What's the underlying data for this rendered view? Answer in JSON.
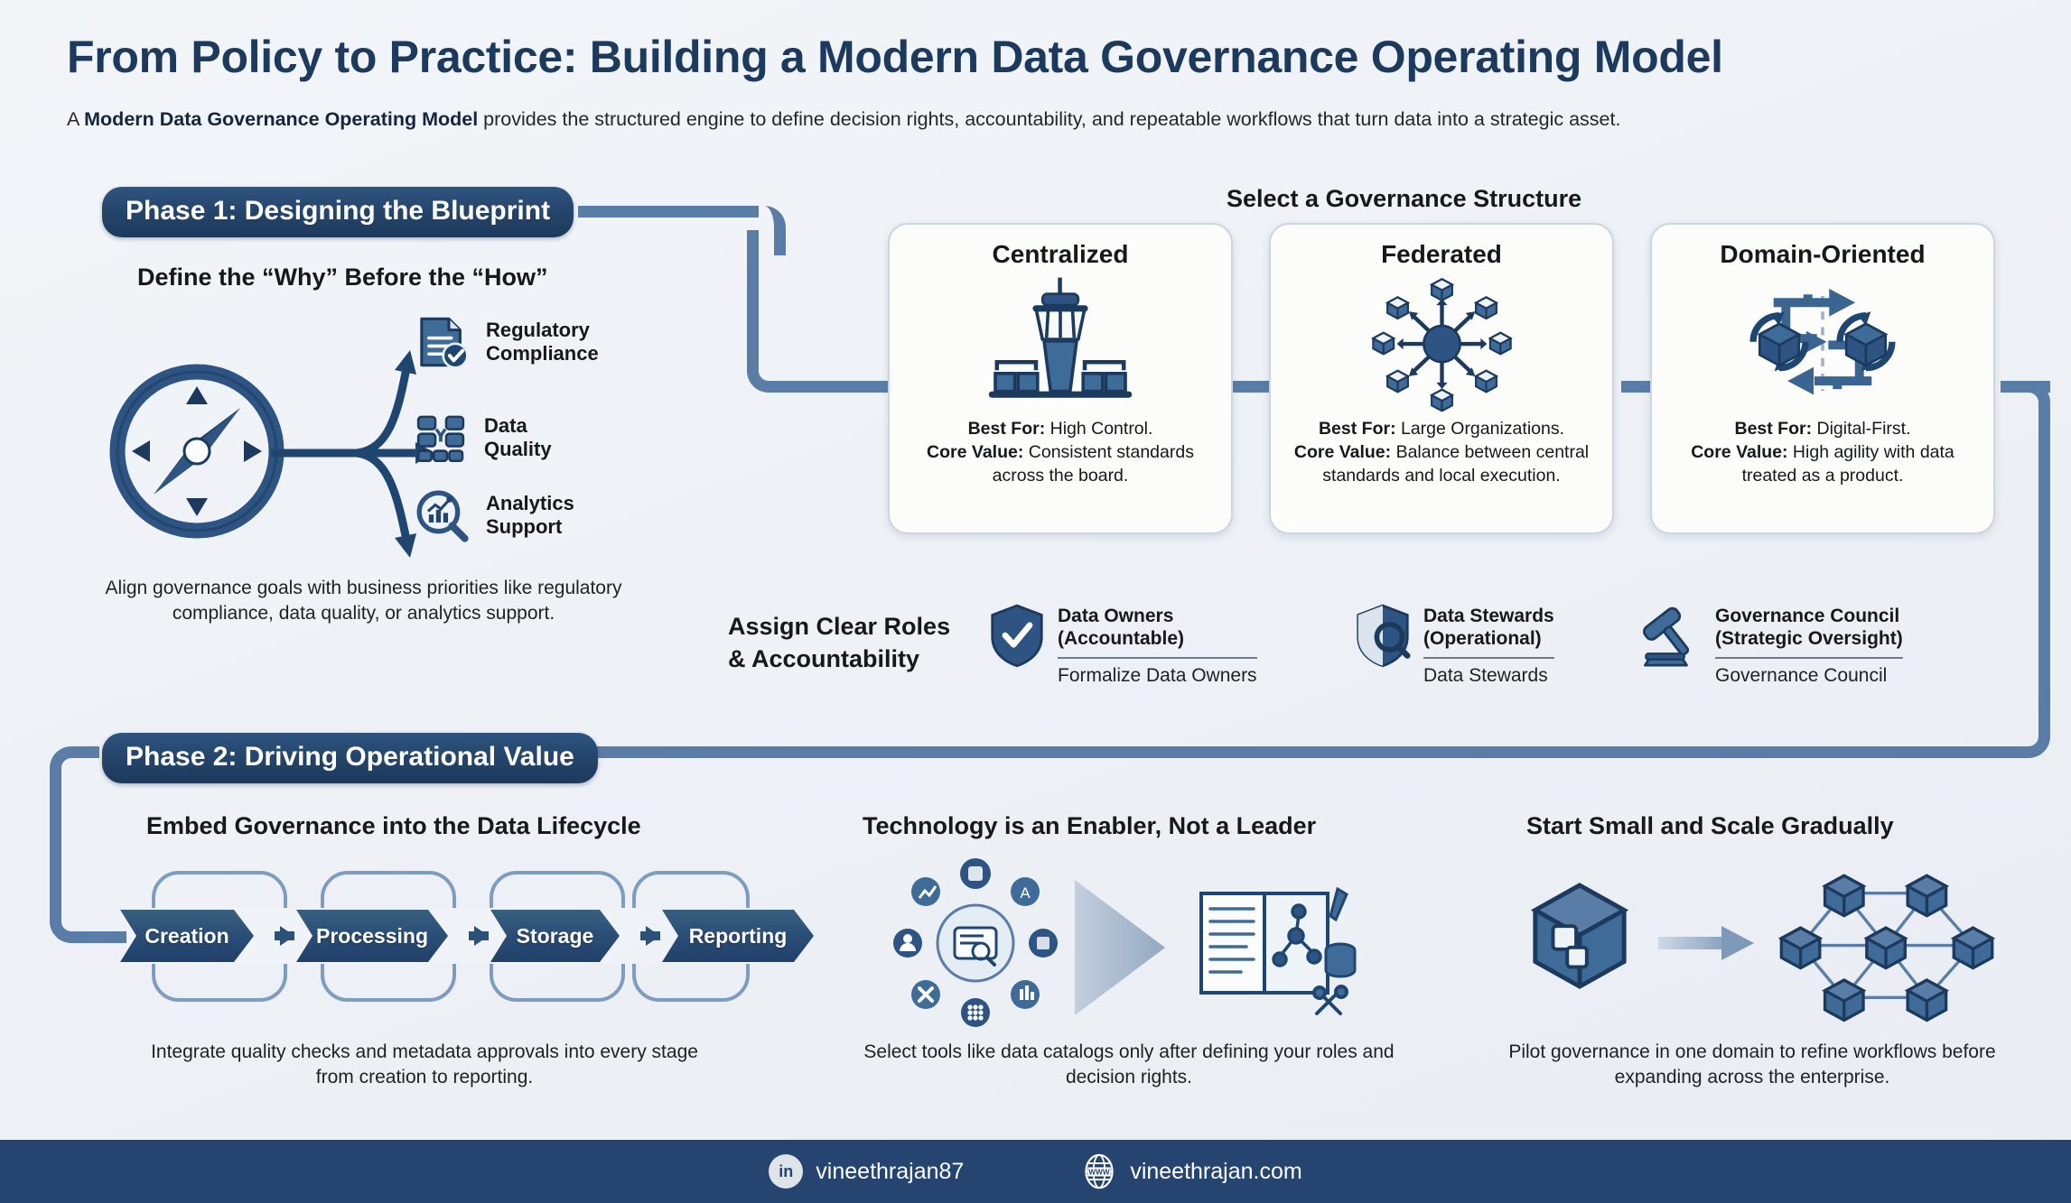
{
  "header": {
    "title": "From Policy to Practice: Building a Modern Data Governance Operating Model",
    "subtitle_lead": "A ",
    "subtitle_bold": "Modern Data Governance Operating Model",
    "subtitle_rest": " provides the structured engine to define decision rights, accountability, and repeatable workflows that turn data into a strategic asset."
  },
  "phase1": {
    "pill": "Phase 1: Designing the Blueprint",
    "left_heading": "Define the “Why” Before the “How”",
    "items": [
      {
        "icon": "document-check-icon",
        "label_line1": "Regulatory",
        "label_line2": "Compliance"
      },
      {
        "icon": "data-quality-grid-icon",
        "label_line1": "Data",
        "label_line2": "Quality"
      },
      {
        "icon": "analytics-magnifier-icon",
        "label_line1": "Analytics",
        "label_line2": "Support"
      }
    ],
    "caption": "Align governance goals with business priorities like regulatory compliance, data quality, or analytics support.",
    "structure_heading": "Select a Governance Structure",
    "cards": [
      {
        "title": "Centralized",
        "icon": "control-tower-icon",
        "best_for_label": "Best For:",
        "best_for_value": " High Control.",
        "core_value_label": "Core Value:",
        "core_value_text": " Consistent standards across the board."
      },
      {
        "title": "Federated",
        "icon": "hub-and-spoke-cubes-icon",
        "best_for_label": "Best For:",
        "best_for_value": " Large Organizations.",
        "core_value_label": "Core Value:",
        "core_value_text": " Balance between central standards and local execution."
      },
      {
        "title": "Domain-Oriented",
        "icon": "two-domain-cycles-icon",
        "best_for_label": "Best For:",
        "best_for_value": " Digital-First.",
        "core_value_label": "Core Value:",
        "core_value_text": " High agility with data treated as a product."
      }
    ],
    "roles_heading_line1": "Assign Clear Roles",
    "roles_heading_line2": "& Accountability",
    "roles": [
      {
        "icon": "shield-check-icon",
        "title_line1": "Data Owners",
        "title_line2": "(Accountable)",
        "subtitle": "Formalize Data Owners"
      },
      {
        "icon": "shield-magnifier-icon",
        "title_line1": "Data Stewards",
        "title_line2": "(Operational)",
        "subtitle": "Data Stewards"
      },
      {
        "icon": "gavel-icon",
        "title_line1": "Governance Council",
        "title_line2": "(Strategic Oversight)",
        "subtitle": "Governance Council"
      }
    ]
  },
  "phase2": {
    "pill": "Phase 2: Driving Operational Value",
    "columns": [
      {
        "heading": "Embed Governance into the Data Lifecycle",
        "stages": [
          "Creation",
          "Processing",
          "Storage",
          "Reporting"
        ],
        "caption": "Integrate quality checks and metadata approvals into every stage from creation to reporting."
      },
      {
        "heading": "Technology is an Enabler, Not a Leader",
        "caption": "Select tools like data catalogs only after defining your roles and decision rights."
      },
      {
        "heading": "Start Small and Scale Gradually",
        "caption": "Pilot governance in one domain to refine workflows before expanding across the enterprise."
      }
    ]
  },
  "footer": {
    "linkedin_icon": "linkedin-icon",
    "linkedin_handle": "vineethrajan87",
    "web_icon": "globe-www-icon",
    "website": "vineethrajan.com"
  },
  "colors": {
    "brand_dark": "#1c3a5e",
    "brand_mid": "#2f5480",
    "rail": "#5a7da8",
    "footer_bg": "#254470",
    "page_bg": "#eef1f6"
  }
}
